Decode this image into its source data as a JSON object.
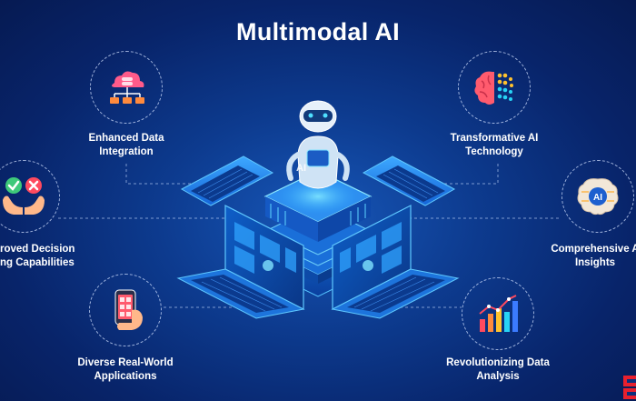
{
  "title": "Multimodal AI",
  "center_chip_label": "AI",
  "features": [
    {
      "label": "Enhanced Data\nIntegration",
      "icon": "cloud-database-icon"
    },
    {
      "label": "Transformative AI\nTechnology",
      "icon": "brain-icon"
    },
    {
      "label": "roved Decision\nng Capabilities",
      "icon": "decision-hands-icon"
    },
    {
      "label": "Comprehensive A\nInsights",
      "icon": "ai-brain-chip-icon"
    },
    {
      "label": "Diverse Real-World\nApplications",
      "icon": "smartphone-hand-icon"
    },
    {
      "label": "Revolutionizing Data\nAnalysis",
      "icon": "bar-chart-icon"
    }
  ],
  "colors": {
    "background": "#0a2f7d",
    "accent_cyan": "#27d3f5",
    "accent_pink": "#ff4a7a",
    "accent_orange": "#ff8a3d",
    "accent_yellow": "#ffc22e"
  }
}
